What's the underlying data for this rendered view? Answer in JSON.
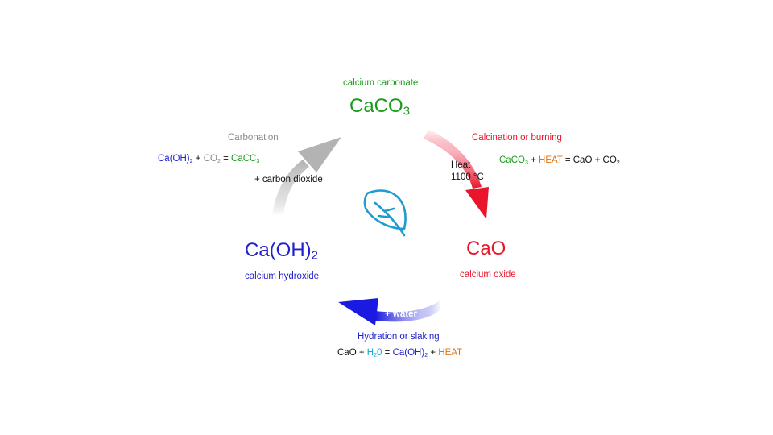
{
  "colors": {
    "green": "#1a9a1a",
    "red": "#e8152b",
    "blue": "#2222cc",
    "gray": "#8a8a8a",
    "orange": "#e2720e",
    "cyan": "#17a8d4",
    "black": "#111111",
    "leaf": "#1f9bd1"
  },
  "nodes": {
    "top": {
      "caption": "calcium carbonate",
      "formula_main": "CaCO",
      "formula_sub": "3"
    },
    "right": {
      "formula": "CaO",
      "caption": "calcium oxide"
    },
    "left": {
      "formula_main": "Ca(OH)",
      "formula_sub": "2",
      "caption": "calcium hydroxide"
    }
  },
  "icons": {
    "center": "leaf-icon"
  },
  "steps": {
    "calcination": {
      "title": "Calcination or burning",
      "condition_line1": "Heat",
      "condition_line2": "1100 °C",
      "eq_caco": "CaCO",
      "eq_caco_sub": "3",
      "eq_plus1": " + ",
      "eq_heat": "HEAT",
      "eq_eq": " = ",
      "eq_cao": "CaO",
      "eq_plus2": " + ",
      "eq_co": "CO",
      "eq_co_sub": "2"
    },
    "hydration": {
      "title": "Hydration or slaking",
      "agent": "+ water",
      "eq_cao": "CaO",
      "eq_plus1": " + ",
      "eq_h": "H",
      "eq_h_sub": "2",
      "eq_0": "0",
      "eq_eq": " = ",
      "eq_caoh": "Ca(OH)",
      "eq_caoh_sub": "2",
      "eq_plus2": " + ",
      "eq_heat": "HEAT"
    },
    "carbonation": {
      "title": "Carbonation",
      "agent": "+ carbon dioxide",
      "eq_caoh": "Ca(OH)",
      "eq_caoh_sub": "2",
      "eq_plus1": " + ",
      "eq_co": "CO",
      "eq_co_sub": "2",
      "eq_eq": " = ",
      "eq_cacc": "CaCC",
      "eq_cacc_sub": "3"
    }
  }
}
